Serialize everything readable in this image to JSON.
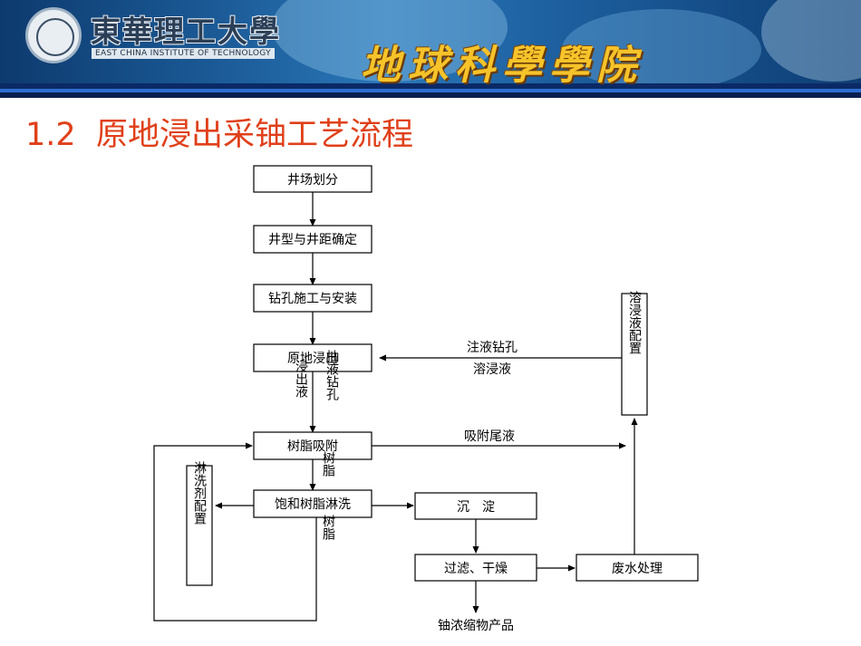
{
  "header": {
    "logo_name": "東華理工大學",
    "logo_english": "EAST CHINA INSTITUTE OF TECHNOLOGY",
    "school_name": "地球科學學院"
  },
  "slide": {
    "number": "1.2",
    "title": "原地浸出采铀工艺流程"
  },
  "flowchart": {
    "nodes": {
      "well_division": "井场划分",
      "well_type_spacing": "井型与井距确定",
      "drilling_install": "钻孔施工与安装",
      "in_situ_leaching": "原地浸出",
      "resin_adsorption": "树脂吸附",
      "saturated_resin_elution": "饱和树脂淋洗",
      "precipitation": "沉　淀",
      "filter_dry": "过滤、干燥",
      "wastewater_treatment": "废水处理",
      "lixiviant_prep": "溶浸液配置",
      "eluent_prep": "淋洗剂配置",
      "product": "铀浓缩物产品"
    },
    "labels": {
      "injection_well": "注液钻孔",
      "lixiviant": "溶浸液",
      "pregnant_solution": "浸出液",
      "extraction_well": "抽液钻孔",
      "barren_solution": "吸附尾液",
      "resin_1": "树脂",
      "resin_2": "树脂"
    }
  },
  "colors": {
    "title_red": "#e0401a",
    "banner_gold": "#f6c32a",
    "banner_blue": "#1b5a96",
    "line": "#000000"
  }
}
